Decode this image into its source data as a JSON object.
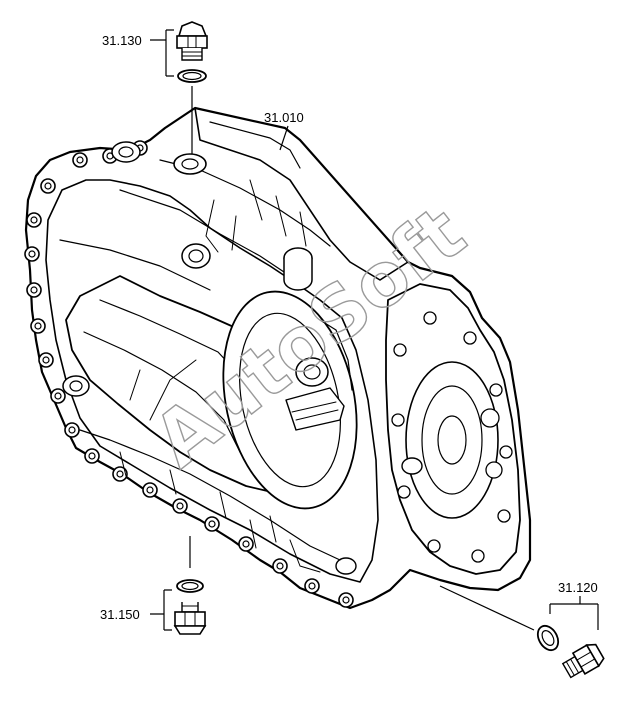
{
  "diagram": {
    "parts": [
      {
        "id": "housing",
        "label": "31.010"
      },
      {
        "id": "top-plug",
        "label": "31.130"
      },
      {
        "id": "bottom-plug",
        "label": "31.150"
      },
      {
        "id": "side-plug",
        "label": "31.120"
      }
    ],
    "watermark": "AutoSoft"
  }
}
